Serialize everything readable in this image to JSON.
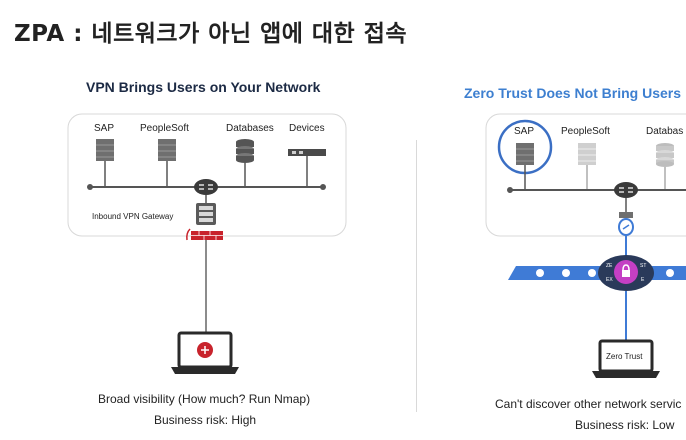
{
  "slide": {
    "title": "ZPA : 네트워크가 아닌 앱에 대한 접속"
  },
  "left_panel": {
    "title": "VPN Brings Users on Your Network",
    "apps": [
      "SAP",
      "PeopleSoft",
      "Databases",
      "Devices"
    ],
    "gateway_label": "Inbound VPN Gateway",
    "caption_line1": "Broad visibility (How much? Run Nmap)",
    "caption_line2": "Business risk: High"
  },
  "right_panel": {
    "title": "Zero Trust Does Not Bring Users",
    "apps": [
      "SAP",
      "PeopleSoft",
      "Databas"
    ],
    "exchange_label_top": "ZE",
    "exchange_label_top2": "ST",
    "exchange_label_bottom": "EX",
    "exchange_label_bottom2": "E",
    "laptop_label": "Zero Trust",
    "caption_line1": "Can't discover other network servic",
    "caption_line2": "Business risk: Low"
  },
  "colors": {
    "left_title": "#1c2a44",
    "right_title": "#3d7fd0",
    "highlight_ring": "#3b6fc4",
    "exchange_band": "#3f7bd6",
    "exchange_core": "#c43fc4",
    "vpn_red": "#c8232c"
  }
}
